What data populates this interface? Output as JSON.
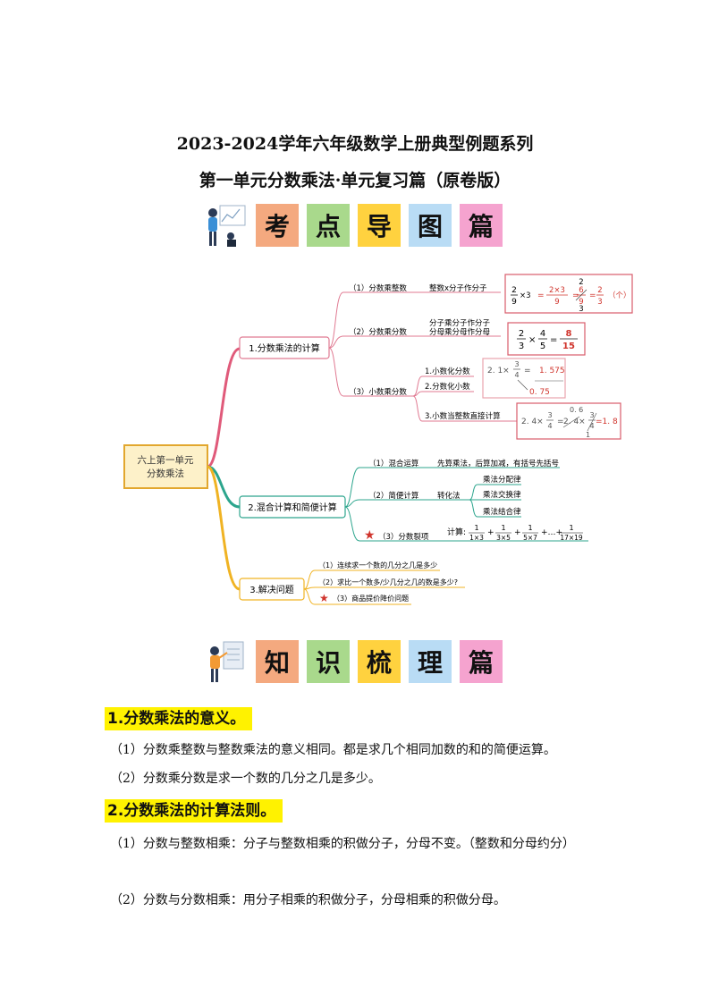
{
  "header": {
    "title1": "2023-2024学年六年级数学上册典型例题系列",
    "title2": "第一单元分数乘法·单元复习篇（原卷版）"
  },
  "banner1": {
    "tiles": [
      "考",
      "点",
      "导",
      "图",
      "篇"
    ],
    "colors": [
      "#f4a97f",
      "#a9d98c",
      "#ffd23f",
      "#b9dcf5",
      "#f5a3cf"
    ]
  },
  "banner2": {
    "tiles": [
      "知",
      "识",
      "梳",
      "理",
      "篇"
    ],
    "colors": [
      "#f4a97f",
      "#a9d98c",
      "#ffd23f",
      "#b9dcf5",
      "#f5a3cf"
    ]
  },
  "mindmap": {
    "root": [
      "六上第一单元",
      "分数乘法"
    ],
    "branch1": {
      "title": "1.分数乘法的计算",
      "items": [
        "（1）分数乘整数",
        "（2）分数乘分数",
        "（3）小数乘分数"
      ],
      "rule1": "整数x分子作分子",
      "rule2a": "分子乘分子作分子",
      "rule2b": "分母乘分母作分母",
      "sub": [
        "1.小数化分数",
        "2.分数化小数",
        "3.小数当整数直接计算"
      ],
      "ex1": {
        "n1": "2",
        "d1": "9",
        "mul": "×3",
        "num": "2×3",
        "den": "9",
        "cn": "6",
        "cd": "9",
        "top": "2",
        "bot": "3",
        "rn": "2",
        "rd": "3",
        "note": "（个）"
      },
      "ex2": {
        "n1": "2",
        "d1": "3",
        "n2": "4",
        "d2": "5",
        "rn": "8",
        "rd": "15"
      },
      "ex3": {
        "lead": "2. 1×",
        "fn": "3",
        "fd": "4",
        "result": "1. 575",
        "dec": "0. 75"
      },
      "ex4": {
        "lead": "2. 4×",
        "fn": "3",
        "fd": "4",
        "mid": "2. 4×",
        "mn": "3",
        "md": "4",
        "top": "0. 6",
        "bot": "1",
        "result": "=1. 8"
      }
    },
    "branch2": {
      "title": "2.混合计算和简便计算",
      "items": [
        "（1）混合运算",
        "（2）简便计算",
        "（3）分数裂项"
      ],
      "rule1": "先算乘法，后算加减，有括号先括号",
      "mid": "转化法",
      "laws": [
        "乘法分配律",
        "乘法交换律",
        "乘法结合律"
      ],
      "calc_label": "计算:",
      "terms": [
        [
          "1",
          "1×3"
        ],
        [
          "1",
          "3×5"
        ],
        [
          "1",
          "5×7"
        ],
        [
          "1",
          "17×19"
        ]
      ],
      "ops": [
        "+",
        "+",
        "+…+"
      ]
    },
    "branch3": {
      "title": "3.解决问题",
      "items": [
        "（1）连续求一个数的几分之几是多少",
        "（2）求比一个数多/少几分之几的数是多少?",
        "（3）商品提价降价问题"
      ]
    }
  },
  "sections": [
    {
      "heading": "1.分数乘法的意义。",
      "paras": [
        "（1）分数乘整数与整数乘法的意义相同。都是求几个相同加数的和的简便运算。",
        "（2）分数乘分数是求一个数的几分之几是多少。"
      ]
    },
    {
      "heading": "2.分数乘法的计算法则。",
      "paras": [
        "（1）分数与整数相乘：分子与整数相乘的积做分子，分母不变。（整数和分母约分）",
        "（2）分数与分数相乘：用分子相乘的积做分子，分母相乘的积做分母。"
      ]
    }
  ]
}
